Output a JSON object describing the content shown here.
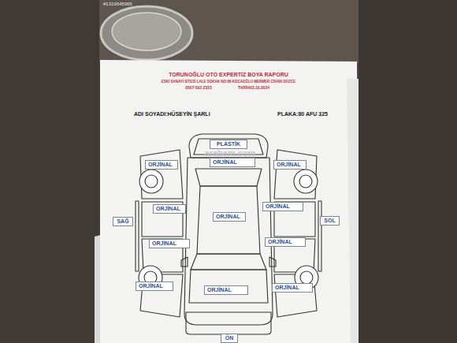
{
  "diagram": {
    "title": "TORUNOĞLU OTO EXPERTİZ BOYA RAPORU",
    "nodes": [
      {
        "text": [
          "PLASTİK"
        ]
      },
      {
        "text": [
          "ORJİNAL"
        ]
      },
      {
        "text": [
          "ORJİNAL"
        ]
      },
      {
        "text": [
          "ORJİNAL"
        ]
      },
      {
        "text": [
          "ORJİNAL"
        ]
      },
      {
        "text": [
          "ORJİNAL"
        ]
      },
      {
        "text": [
          "SAĞ"
        ]
      },
      {
        "text": [
          "ORJİNAL"
        ]
      },
      {
        "text": [
          "SOL"
        ]
      },
      {
        "text": [
          "ORJİNAL"
        ]
      },
      {
        "text": [
          "ORJİNAL"
        ]
      },
      {
        "text": [
          "ORJİNAL"
        ]
      },
      {
        "text": [
          "ORJİNAL"
        ]
      },
      {
        "text": [
          "ORJİNAL"
        ]
      },
      {
        "text": [
          "ÖN"
        ]
      }
    ],
    "labels": [
      "#1319645965",
      "ESKİ SANAYİ SİTESİ LALE SOKAK NO:86 KOCAOĞLU MERMER CİVARI DÜZCE",
      "0507 092 2333",
      "TARİH03.10.2024",
      "ADI SOYADI:HÜSEYİN ŞARLI",
      "PLAKA:80 AFU 325",
      "arabam.com"
    ]
  }
}
